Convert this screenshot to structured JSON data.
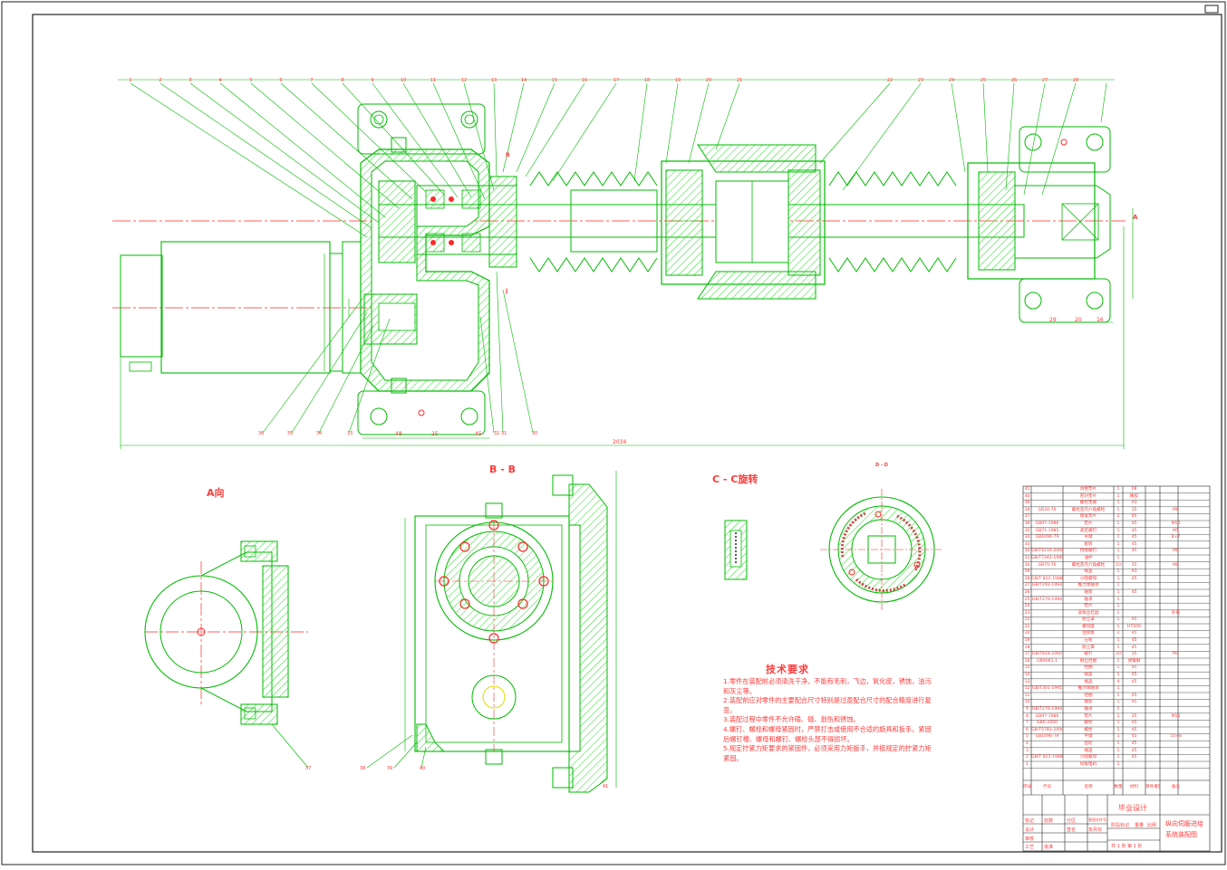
{
  "view_labels": {
    "a_view": "A向",
    "section_bb": "B - B",
    "section_cc": "C - C旋转",
    "section_dd_small": "D - D"
  },
  "balloons_top": [
    "1",
    "2",
    "3",
    "4",
    "5",
    "6",
    "7",
    "8",
    "9",
    "10",
    "11",
    "12",
    "13",
    "14",
    "15",
    "16",
    "17",
    "18",
    "19",
    "20",
    "21",
    "22",
    "23",
    "24",
    "25",
    "26",
    "27",
    "28"
  ],
  "balloons_bottom": [
    "36",
    "35",
    "34",
    "33",
    "32",
    "31",
    "30"
  ],
  "balloons_lower_views": [
    "37",
    "38",
    "39",
    "40",
    "41"
  ],
  "dimensions": {
    "overall_length": "2034",
    "d48": "48",
    "d25": "25",
    "d45": "45",
    "d29": "29",
    "d20": "20",
    "d16": "16",
    "arrow_a": "A",
    "b_marker": "B",
    "j_marker": "J"
  },
  "tech_requirements": {
    "title": "技术要求",
    "items": [
      "1.零件在装配前必须清洗干净，不能有毛刺，飞边，氧化皮，锈蚀，油污和灰尘等。",
      "2.装配前应对零件的主要配合尺寸特别是过盈配合尺寸的配合精度进行复查。",
      "3.装配过程中零件不允许磕、碰、划伤和锈蚀。",
      "4.螺钉、螺栓和螺母紧固时，严禁打击或使用不合适的旋具和扳手。紧固后螺钉槽、螺母和螺钉、螺栓头部不得损坏。",
      "5.规定拧紧力矩要求的紧固件，必须采用力矩扳手，并按规定的拧紧力矩紧固。"
    ]
  },
  "bom": [
    [
      "41",
      "",
      "调整垫片",
      "1",
      "08",
      "",
      ""
    ],
    [
      "40",
      "",
      "密封垫片",
      "1",
      "橡胶",
      "",
      ""
    ],
    [
      "39",
      "",
      "螺栓垫圈",
      "1",
      "A3",
      "",
      ""
    ],
    [
      "38",
      "GB30-76",
      "螺栓及内六角螺栓",
      "1",
      "35",
      "",
      "M6"
    ],
    [
      "37",
      "",
      "锁紧垫片",
      "2",
      "65",
      "",
      ""
    ],
    [
      "36",
      "GB97-1986",
      "垫片",
      "1",
      "45",
      "",
      "M10"
    ],
    [
      "35",
      "GB71-1985",
      "紧定螺钉",
      "1",
      "45",
      "",
      "M5"
    ],
    [
      "34",
      "GB1096-79",
      "平键",
      "1",
      "45",
      "",
      "8×7"
    ],
    [
      "33",
      "",
      "套筒",
      "1",
      "45",
      "",
      ""
    ],
    [
      "32",
      "GB/T1116-2000",
      "挡圈螺钉",
      "1",
      "45",
      "",
      "M6"
    ],
    [
      "31",
      "GB/T7341-1989",
      "油杯",
      "1",
      "",
      "",
      ""
    ],
    [
      "30",
      "GB70-76",
      "螺栓及内六角螺栓",
      "10",
      "35",
      "",
      "M8"
    ],
    [
      "29",
      "",
      "端盖",
      "1",
      "A3",
      "",
      ""
    ],
    [
      "28",
      "GB/T 812-1988",
      "小圆螺母",
      "1",
      "45",
      "",
      ""
    ],
    [
      "27",
      "GB/T292-1993",
      "推力球轴承",
      "1",
      "",
      "",
      ""
    ],
    [
      "26",
      "",
      "轴套",
      "1",
      "45",
      "",
      ""
    ],
    [
      "25",
      "GB/T276-1994",
      "轴承",
      "1",
      "",
      "",
      ""
    ],
    [
      "24",
      "",
      "垫片",
      "1",
      "",
      "",
      ""
    ],
    [
      "23",
      "",
      "滚珠丝杠副",
      "1",
      "",
      "",
      "外购"
    ],
    [
      "22",
      "",
      "防尘罩",
      "1",
      "45",
      "",
      ""
    ],
    [
      "21",
      "",
      "螺母座",
      "1",
      "HT200",
      "",
      ""
    ],
    [
      "20",
      "",
      "连接板",
      "1",
      "45",
      "",
      ""
    ],
    [
      "19",
      "",
      "压板",
      "1",
      "45",
      "",
      ""
    ],
    [
      "18",
      "",
      "防尘罩",
      "1",
      "45",
      "",
      ""
    ],
    [
      "17",
      "GB/T818-2000",
      "螺钉",
      "20",
      "35",
      "",
      "M4"
    ],
    [
      "16",
      "GB9061.1",
      "钢丝挡圈",
      "1",
      "弹簧钢",
      "",
      ""
    ],
    [
      "15",
      "",
      "挡圈",
      "1",
      "45",
      "",
      ""
    ],
    [
      "14",
      "",
      "端盖",
      "1",
      "45",
      "",
      ""
    ],
    [
      "13",
      "",
      "端盖",
      "4",
      "45",
      "",
      ""
    ],
    [
      "12",
      "GB/T301-1995",
      "推力球轴承",
      "1",
      "",
      "",
      ""
    ],
    [
      "11",
      "",
      "挡圈",
      "1",
      "45",
      "",
      ""
    ],
    [
      "10",
      "",
      "轴套",
      "1",
      "45",
      "",
      ""
    ],
    [
      "9",
      "GB/T276-1994",
      "轴承",
      "1",
      "",
      "",
      ""
    ],
    [
      "8",
      "GB97-1986",
      "垫片",
      "1",
      "35",
      "",
      "M12"
    ],
    [
      "7",
      "GB6-2000",
      "螺栓",
      "1",
      "45",
      "",
      ""
    ],
    [
      "6",
      "GB/T5781-2000",
      "螺栓",
      "1",
      "45",
      "",
      ""
    ],
    [
      "5",
      "GB1096-79",
      "平键",
      "1",
      "45",
      "",
      "10×8"
    ],
    [
      "4",
      "",
      "齿轮",
      "1",
      "45",
      "",
      ""
    ],
    [
      "3",
      "",
      "端盖",
      "1",
      "45",
      "",
      ""
    ],
    [
      "2",
      "GB/T 812-1988",
      "小圆螺母",
      "1",
      "45",
      "",
      ""
    ],
    [
      "1",
      "",
      "伺服电机",
      "1",
      "",
      "",
      ""
    ]
  ],
  "bom_header": [
    "序号",
    "代号",
    "名称",
    "数量",
    "材料",
    "单件重量",
    "备注"
  ],
  "title_block": {
    "project": "毕业设计",
    "drawing_title_1": "纵向伺服进给",
    "drawing_title_2": "系统装配图",
    "scale_label": "比例",
    "sheet_label": "共 1 张  第 1 张",
    "designer": "设计",
    "checker": "审核",
    "process": "工艺",
    "approve": "批准",
    "mark": "标记",
    "count": "处数",
    "zone": "分区",
    "doc": "更改文件号",
    "sign": "签名",
    "date": "年月日",
    "stage": "阶段标记",
    "weight": "重量"
  },
  "colors": {
    "outline": "#00cc00",
    "section": "#22dd22",
    "hatch": "#22dd22",
    "center": "#ff2a2a",
    "text": "#ff3b3b",
    "frame": "#222222",
    "dim": "#00bb00"
  }
}
